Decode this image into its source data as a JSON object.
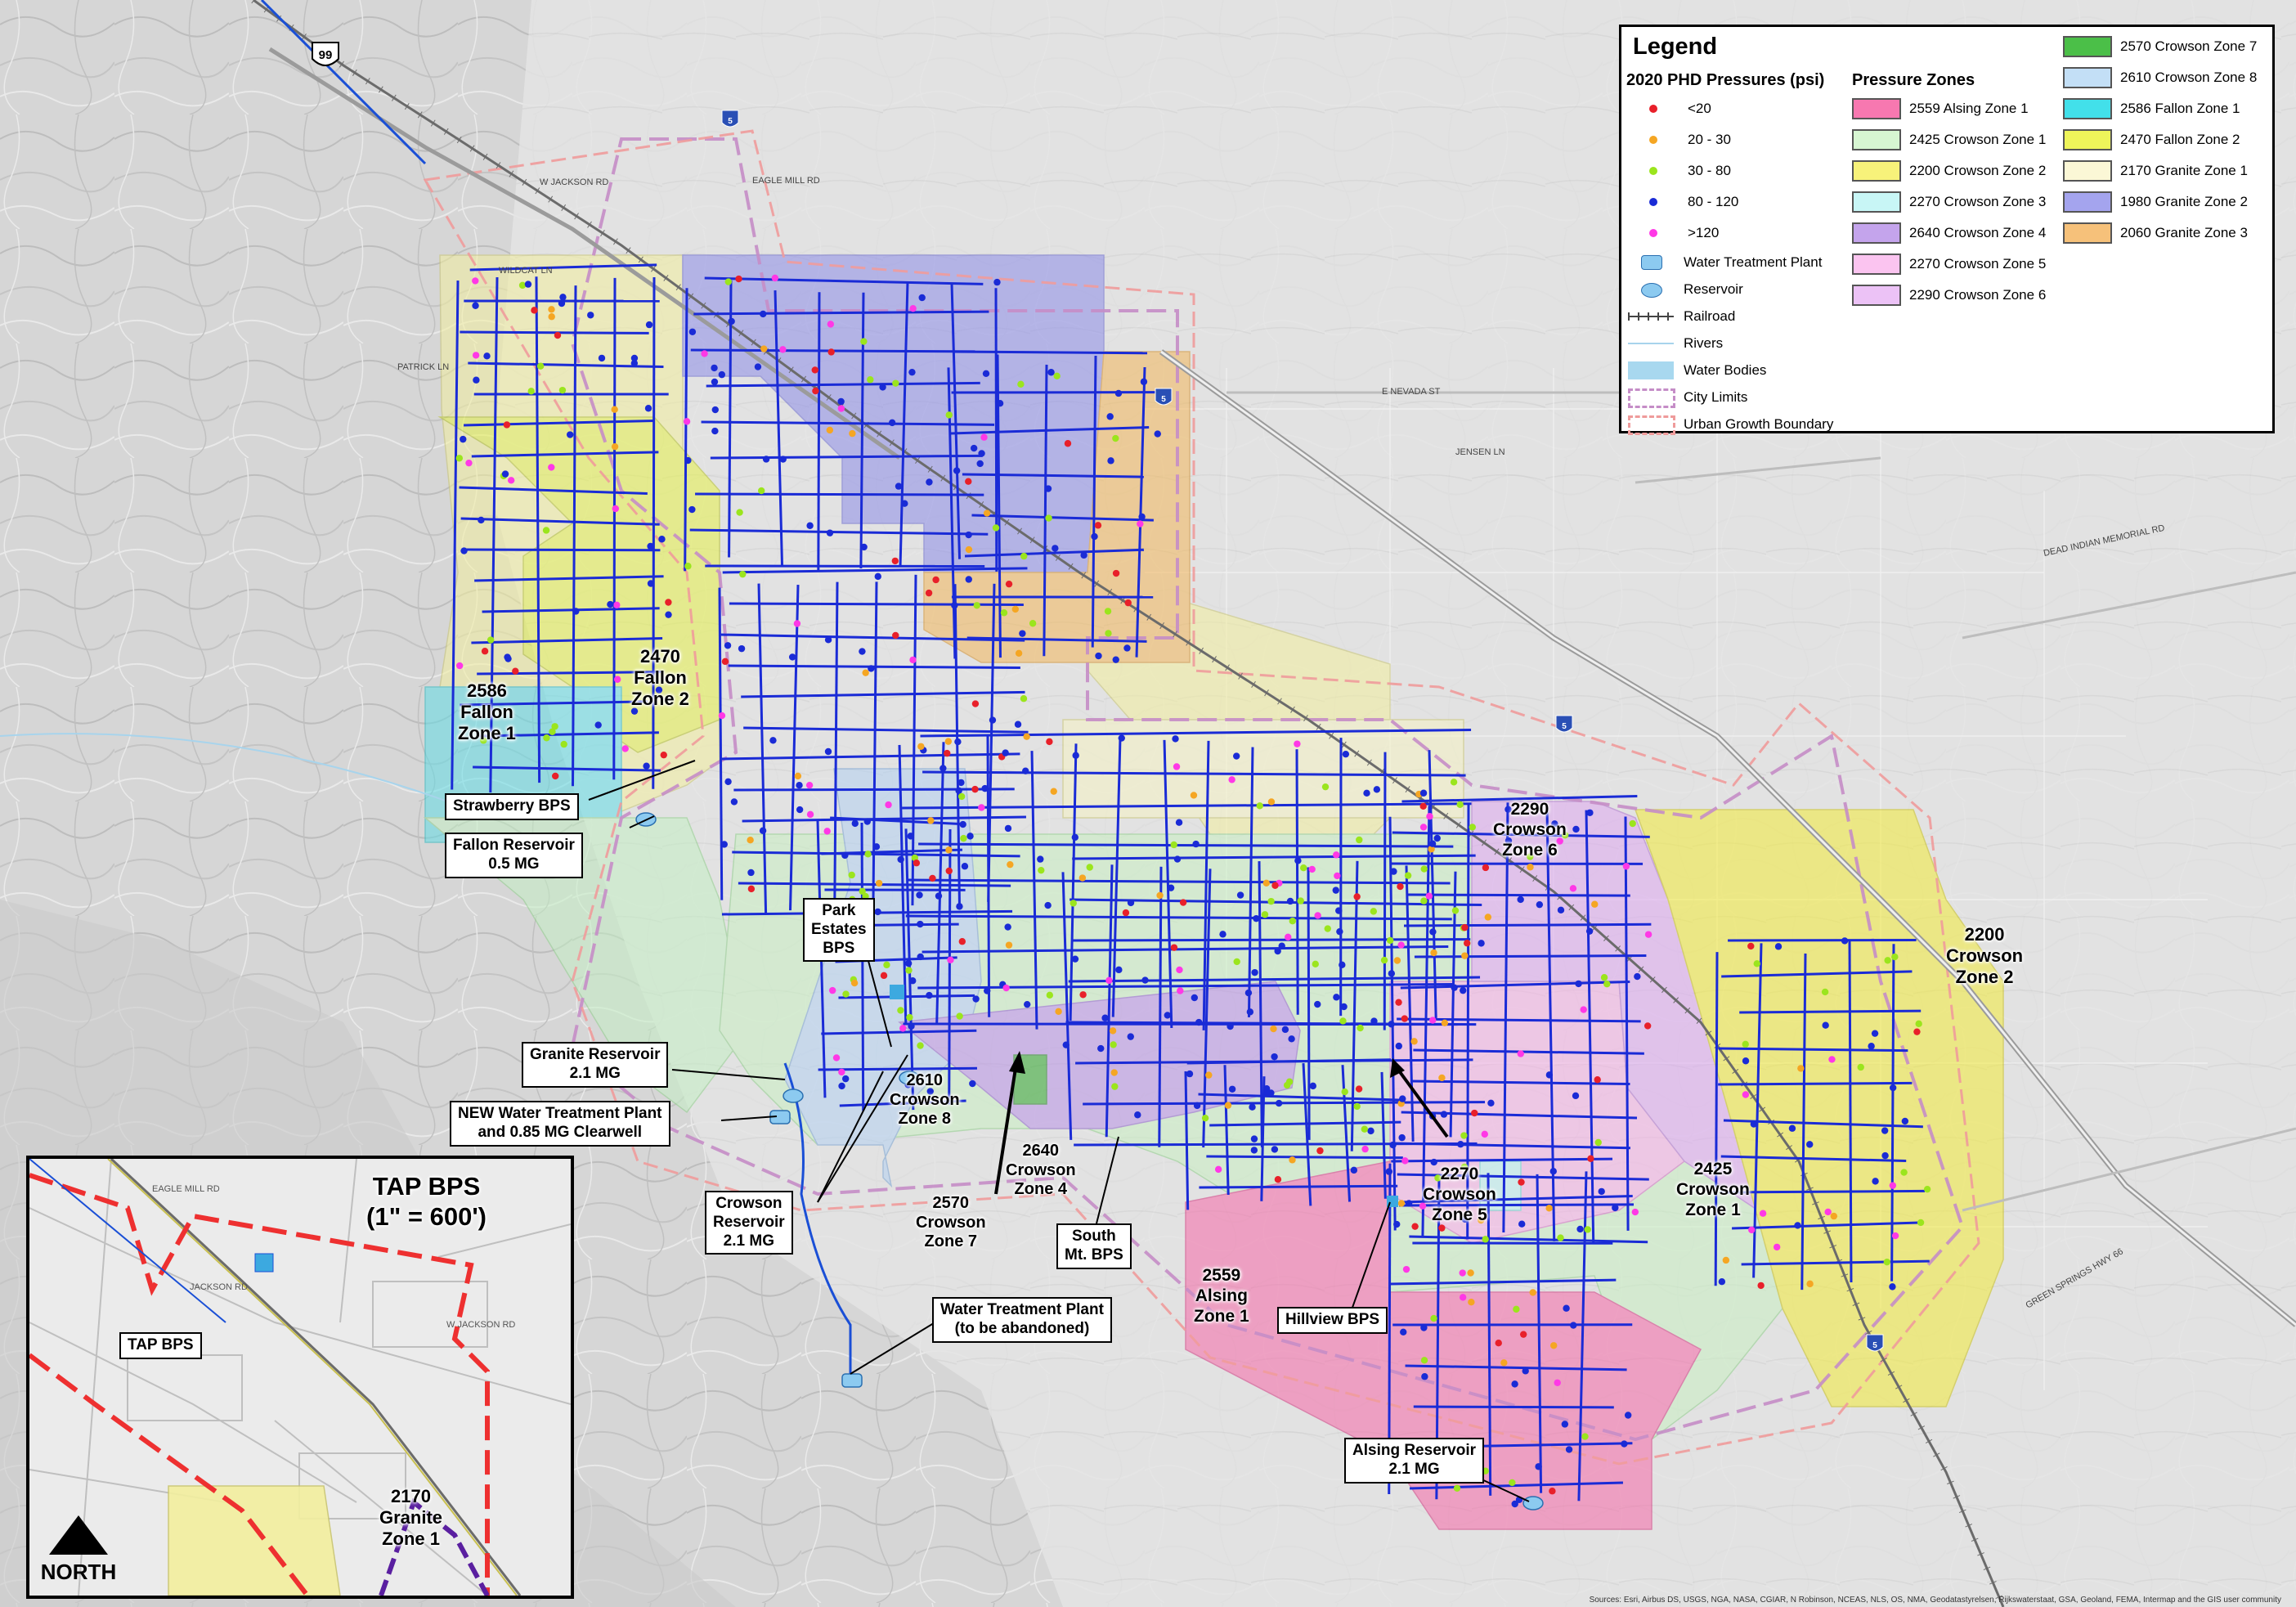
{
  "legend": {
    "title": "Legend",
    "pressures_header": "2020 PHD Pressures (psi)",
    "pressure_classes": [
      {
        "label": "<20",
        "color": "#e8202a"
      },
      {
        "label": "20 - 30",
        "color": "#f5a623"
      },
      {
        "label": "30 - 80",
        "color": "#9be51d"
      },
      {
        "label": "80 - 120",
        "color": "#1a2bd6"
      },
      {
        "label": ">120",
        "color": "#ff38e6"
      }
    ],
    "symbols": [
      {
        "label": "Water Treatment Plant",
        "icon": "wtp-icon"
      },
      {
        "label": "Reservoir",
        "icon": "reservoir-icon"
      },
      {
        "label": "Railroad",
        "icon": "railroad-icon"
      },
      {
        "label": "Rivers",
        "icon": "river-icon"
      },
      {
        "label": "Water Bodies",
        "icon": "water-body-icon"
      },
      {
        "label": "City Limits",
        "icon": "city-limits-icon"
      },
      {
        "label": "Urban Growth Boundary",
        "icon": "ugb-icon"
      }
    ],
    "zones_header": "Pressure Zones",
    "zones": [
      {
        "label": "2559 Alsing Zone 1",
        "color": "#f778b0"
      },
      {
        "label": "2425 Crowson Zone 1",
        "color": "#d7f6d2"
      },
      {
        "label": "2200 Crowson Zone 2",
        "color": "#f7f27a"
      },
      {
        "label": "2270 Crowson Zone 3",
        "color": "#c8f6f6"
      },
      {
        "label": "2640 Crowson Zone 4",
        "color": "#c4a4ec"
      },
      {
        "label": "2270 Crowson Zone 5",
        "color": "#fbc4f0"
      },
      {
        "label": "2290 Crowson Zone 6",
        "color": "#ecc2f6"
      },
      {
        "label": "2570 Crowson Zone 7",
        "color": "#4bbf48"
      },
      {
        "label": "2610 Crowson Zone 8",
        "color": "#c3dff6"
      },
      {
        "label": "2586 Fallon Zone 1",
        "color": "#42e0ea"
      },
      {
        "label": "2470 Fallon Zone 2",
        "color": "#eef45a"
      },
      {
        "label": "2170 Granite Zone 1",
        "color": "#fbf7d6"
      },
      {
        "label": "1980 Granite Zone 2",
        "color": "#a4a4ee"
      },
      {
        "label": "2060 Granite Zone 3",
        "color": "#f6c17a"
      }
    ]
  },
  "zone_labels": [
    {
      "id": "fallon-1",
      "lines": [
        "2586",
        "Fallon",
        "Zone 1"
      ]
    },
    {
      "id": "fallon-2",
      "lines": [
        "2470",
        "Fallon",
        "Zone 2"
      ]
    },
    {
      "id": "crowson-6",
      "lines": [
        "2290",
        "Crowson",
        "Zone 6"
      ]
    },
    {
      "id": "crowson-2",
      "lines": [
        "2200",
        "Crowson",
        "Zone 2"
      ]
    },
    {
      "id": "crowson-8",
      "lines": [
        "2610",
        "Crowson",
        "Zone 8"
      ]
    },
    {
      "id": "crowson-4",
      "lines": [
        "2640",
        "Crowson",
        "Zone 4"
      ]
    },
    {
      "id": "crowson-7",
      "lines": [
        "2570",
        "Crowson",
        "Zone 7"
      ]
    },
    {
      "id": "crowson-5",
      "lines": [
        "2270",
        "Crowson",
        "Zone 5"
      ]
    },
    {
      "id": "crowson-1",
      "lines": [
        "2425",
        "Crowson",
        "Zone 1"
      ]
    },
    {
      "id": "alsing-1",
      "lines": [
        "2559",
        "Alsing",
        "Zone 1"
      ]
    },
    {
      "id": "granite-1-inset",
      "lines": [
        "2170",
        "Granite",
        "Zone 1"
      ]
    }
  ],
  "callouts": [
    {
      "id": "strawberry-bps",
      "lines": [
        "Strawberry BPS"
      ]
    },
    {
      "id": "fallon-reservoir",
      "lines": [
        "Fallon Reservoir",
        "0.5 MG"
      ]
    },
    {
      "id": "park-estates-bps",
      "lines": [
        "Park",
        "Estates",
        "BPS"
      ]
    },
    {
      "id": "granite-reservoir",
      "lines": [
        "Granite Reservoir",
        "2.1 MG"
      ]
    },
    {
      "id": "new-wtp",
      "lines": [
        "NEW Water Treatment Plant",
        "and 0.85 MG Clearwell"
      ]
    },
    {
      "id": "crowson-reservoir",
      "lines": [
        "Crowson",
        "Reservoir",
        "2.1 MG"
      ]
    },
    {
      "id": "south-mt-bps",
      "lines": [
        "South",
        "Mt. BPS"
      ]
    },
    {
      "id": "wtp-abandoned",
      "lines": [
        "Water Treatment Plant",
        "(to be abandoned)"
      ]
    },
    {
      "id": "hillview-bps",
      "lines": [
        "Hillview BPS"
      ]
    },
    {
      "id": "alsing-reservoir",
      "lines": [
        "Alsing Reservoir",
        "2.1 MG"
      ]
    },
    {
      "id": "tap-bps",
      "lines": [
        "TAP BPS"
      ]
    }
  ],
  "inset": {
    "title": "TAP BPS",
    "scale": "(1\" = 600')",
    "north": "NORTH"
  },
  "shields": {
    "highway_99": "99",
    "interstate": "5"
  },
  "street_labels": {
    "e_nevada": "E NEVADA ST",
    "jensen": "JENSEN LN",
    "dead_indian": "DEAD INDIAN MEMORIAL RD",
    "green_springs": "GREEN SPRINGS HWY 66",
    "wildcat": "WILDCAT LN",
    "patrick": "PATRICK LN",
    "w_jackson": "W JACKSON RD",
    "eagle_mill": "EAGLE MILL RD",
    "jackson_inset": "JACKSON RD",
    "w_jackson_inset": "W JACKSON RD",
    "eagle_mill_inset": "EAGLE MILL RD"
  },
  "attribution": "Sources: Esri, Airbus DS, USGS, NGA, NASA, CGIAR, N Robinson, NCEAS, NLS, OS, NMA, Geodatastyrelsen, Rijkswaterstaat, GSA, Geoland, FEMA, Intermap and the GIS user community"
}
